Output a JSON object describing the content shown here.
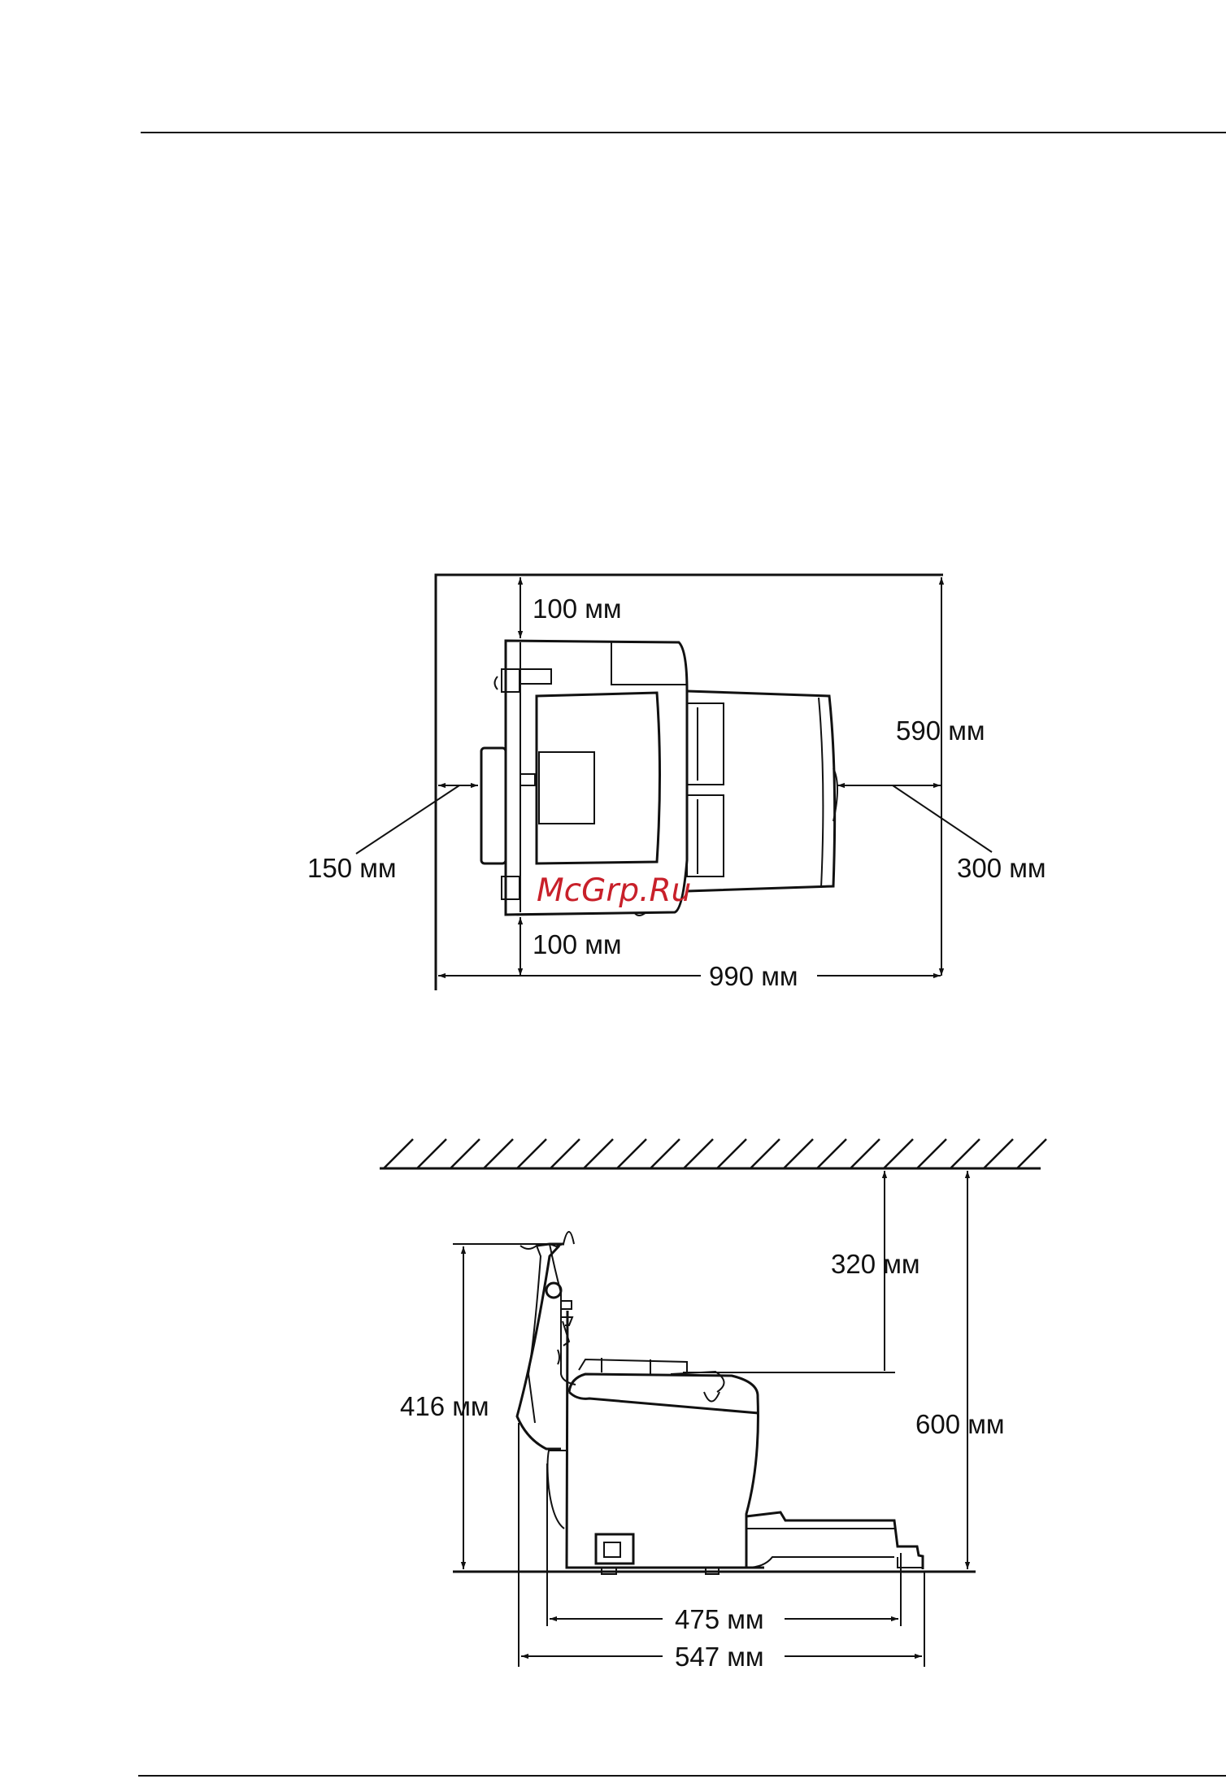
{
  "colors": {
    "ink": "#111111",
    "background": "#ffffff",
    "watermark": "#c8202a"
  },
  "watermark": {
    "text": "McGrp.Ru"
  },
  "top_view": {
    "clearance_rear": "100 мм",
    "clearance_front": "100 мм",
    "clearance_left": "150 мм",
    "clearance_right": "300 мм",
    "total_depth": "590 мм",
    "total_width": "990 мм"
  },
  "side_view": {
    "clearance_above": "320 мм",
    "total_height_open": "600 мм",
    "height_open_cover": "416 мм",
    "body_width": "475 мм",
    "total_width": "547 мм"
  }
}
